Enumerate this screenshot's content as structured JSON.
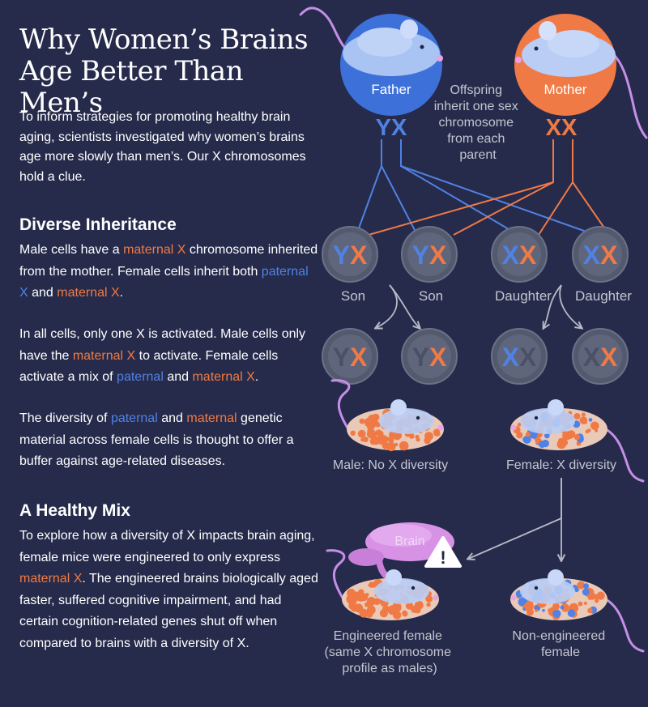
{
  "title": [
    "Why Women’s Brains",
    "Age Better Than Men’s"
  ],
  "intro": "To inform strategies for promoting healthy brain aging, scientists investigated why women’s brains age more slowly than men’s. Our X chromosomes hold a clue.",
  "section1": {
    "heading": "Diverse Inheritance",
    "p1": [
      {
        "t": "Male cells have a ",
        "c": ""
      },
      {
        "t": "maternal X",
        "c": "or"
      },
      {
        "t": " chromosome inherited from the mother. Female cells inherit both ",
        "c": ""
      },
      {
        "t": "paternal X",
        "c": "bl"
      },
      {
        "t": " and ",
        "c": ""
      },
      {
        "t": "maternal X",
        "c": "or"
      },
      {
        "t": ".",
        "c": ""
      }
    ],
    "p2": [
      {
        "t": "In all cells, only one X is activated. Male cells only have the ",
        "c": ""
      },
      {
        "t": "maternal X",
        "c": "or"
      },
      {
        "t": " to activate. Female cells activate a mix of ",
        "c": ""
      },
      {
        "t": "paternal",
        "c": "bl"
      },
      {
        "t": " and ",
        "c": ""
      },
      {
        "t": "maternal X",
        "c": "or"
      },
      {
        "t": ".",
        "c": ""
      }
    ],
    "p3": [
      {
        "t": "The diversity of ",
        "c": ""
      },
      {
        "t": "paternal",
        "c": "bl"
      },
      {
        "t": " and ",
        "c": ""
      },
      {
        "t": "maternal",
        "c": "or"
      },
      {
        "t": " genetic material across female cells is thought to offer a buffer against age-related diseases.",
        "c": ""
      }
    ]
  },
  "section2": {
    "heading": "A Healthy Mix",
    "p1": [
      {
        "t": "To explore how a diversity of X impacts brain aging, female mice were engineered to only express ",
        "c": ""
      },
      {
        "t": "maternal X",
        "c": "or"
      },
      {
        "t": ". The engineered brains biologically aged faster, suffered cognitive impairment, and had certain cognition-related genes shut off when compared to brains with a diversity of X.",
        "c": ""
      }
    ]
  },
  "diagram": {
    "father_label": "Father",
    "mother_label": "Mother",
    "father_chromosomes": [
      "Y",
      "X"
    ],
    "mother_chromosomes": [
      "X",
      "X"
    ],
    "offspring_note": [
      "Offspring",
      "inherit one sex",
      "chromosome",
      "from each",
      "parent"
    ],
    "offspring": [
      {
        "label": "Son",
        "chromosomes": [
          "Y",
          "X"
        ]
      },
      {
        "label": "Son",
        "chromosomes": [
          "Y",
          "X"
        ]
      },
      {
        "label": "Daughter",
        "chromosomes": [
          "X",
          "X"
        ]
      },
      {
        "label": "Daughter",
        "chromosomes": [
          "X",
          "X"
        ]
      }
    ],
    "active_cells": [
      {
        "chromosomes": [
          "Y",
          "X"
        ],
        "active": "maternal"
      },
      {
        "chromosomes": [
          "Y",
          "X"
        ],
        "active": "maternal"
      },
      {
        "chromosomes": [
          "X",
          "X"
        ],
        "active": "paternal"
      },
      {
        "chromosomes": [
          "X",
          "X"
        ],
        "active": "maternal"
      }
    ],
    "male_caption": "Male: No X diversity",
    "female_caption": "Female: X diversity",
    "brain_label": "Brain",
    "warning_symbol": "!",
    "engineered_caption": [
      "Engineered female",
      "(same X chromosome",
      "profile as males)"
    ],
    "nonengineered_caption": [
      "Non-engineered",
      "female"
    ]
  },
  "colors": {
    "background": "#262b4b",
    "paternal_blue": "#4f82e4",
    "maternal_orange": "#f07a45",
    "father_circle": "#3d71d9",
    "mother_circle": "#f07a45",
    "cell_gray": "#545a6e",
    "caption_gray": "#c4c6d0",
    "mouse_tail": "#c58ee8"
  }
}
